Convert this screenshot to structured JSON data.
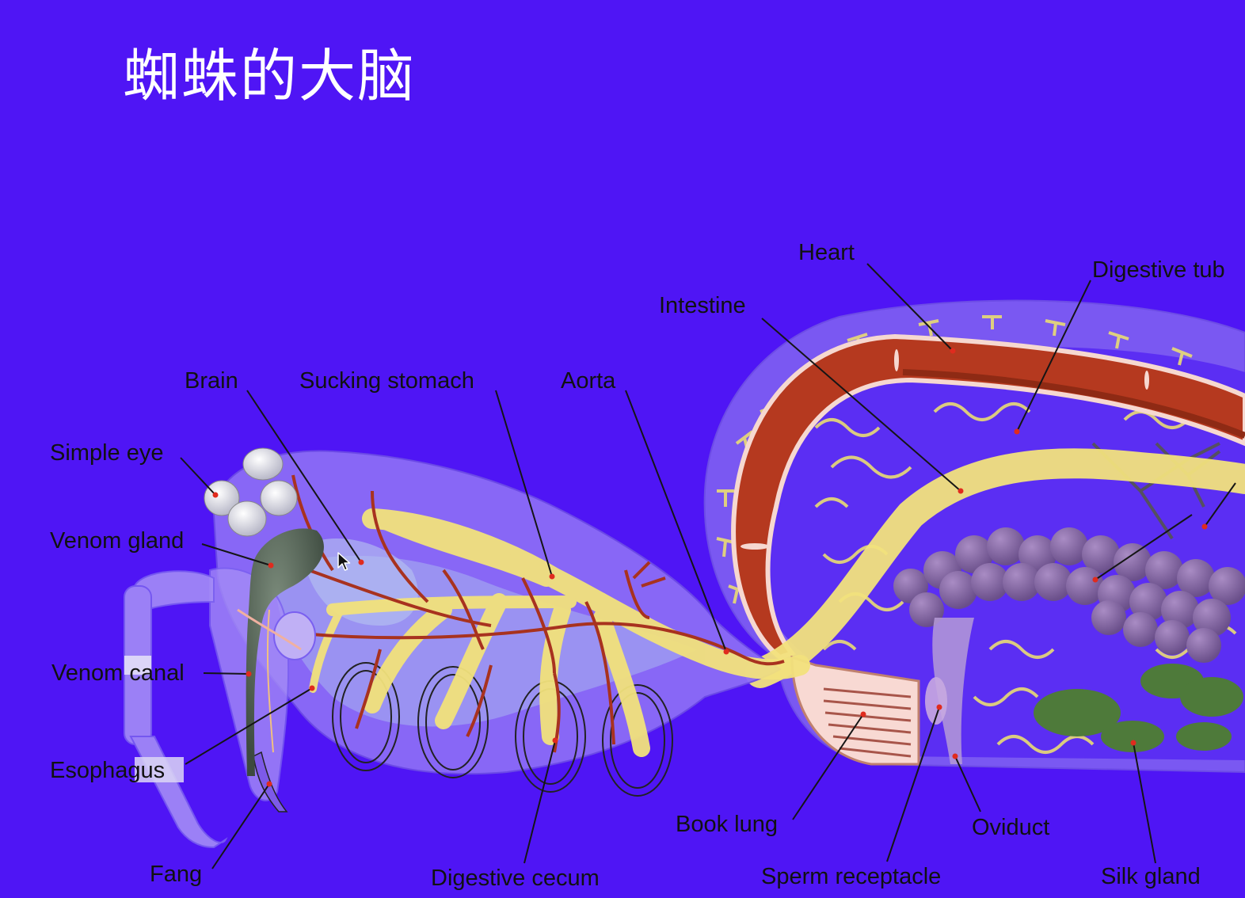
{
  "slide": {
    "title": "蜘蛛的大脑"
  },
  "diagram": {
    "labels": {
      "simple_eye": "Simple eye",
      "brain": "Brain",
      "sucking_stomach": "Sucking stomach",
      "aorta": "Aorta",
      "intestine": "Intestine",
      "heart": "Heart",
      "digestive_tube": "Digestive tub",
      "venom_gland": "Venom gland",
      "venom_canal": "Venom canal",
      "esophagus": "Esophagus",
      "fang": "Fang",
      "digestive_cecum": "Digestive cecum",
      "book_lung": "Book lung",
      "sperm_receptacle": "Sperm receptacle",
      "oviduct": "Oviduct",
      "silk_gland": "Silk gland"
    }
  },
  "colors": {
    "background": "#4f15f5",
    "body": "#8c6cf7",
    "heart": "#b5391f",
    "digestive": "#f0e27a",
    "leader_dot": "#e02b1e",
    "ovary": "#8a6ba8",
    "silk_gland": "#4e7a3a"
  },
  "icons": [
    "mouse-cursor-icon"
  ]
}
